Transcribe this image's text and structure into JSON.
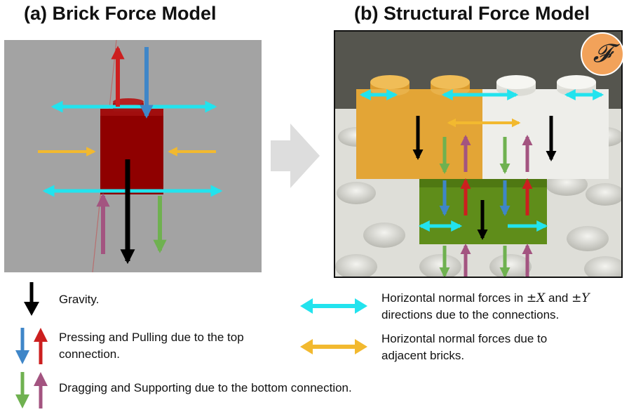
{
  "titles": {
    "a": "(a) Brick Force Model",
    "b": "(b) Structural Force Model"
  },
  "badge": "𝓕",
  "legend": {
    "gravity": "Gravity.",
    "press_pull_1": "Pressing and Pulling due to the top",
    "press_pull_2": "connection.",
    "drag_support": "Dragging and Supporting due to the bottom connection.",
    "horiz_conn_1_pre": "Horizontal normal forces in ",
    "horiz_conn_1_x": "±X",
    "horiz_conn_1_and": " and ",
    "horiz_conn_1_y": "±Y",
    "horiz_conn_2": "directions due to the connections.",
    "horiz_adj_1": "Horizontal normal forces due to",
    "horiz_adj_2": "adjacent bricks."
  },
  "colors": {
    "gravity": "#000000",
    "pressing": "#3f86c8",
    "pulling": "#cc1f1f",
    "dragging": "#6fb150",
    "supporting": "#a35480",
    "horizontal_connection": "#22e3ee",
    "horizontal_adjacent": "#f2b92f",
    "brick_red": "#8f0000",
    "brick_yellow": "#e3a536",
    "brick_white": "#eeeeea",
    "brick_green": "#5f8d1a",
    "badge": "#f2a25a"
  }
}
